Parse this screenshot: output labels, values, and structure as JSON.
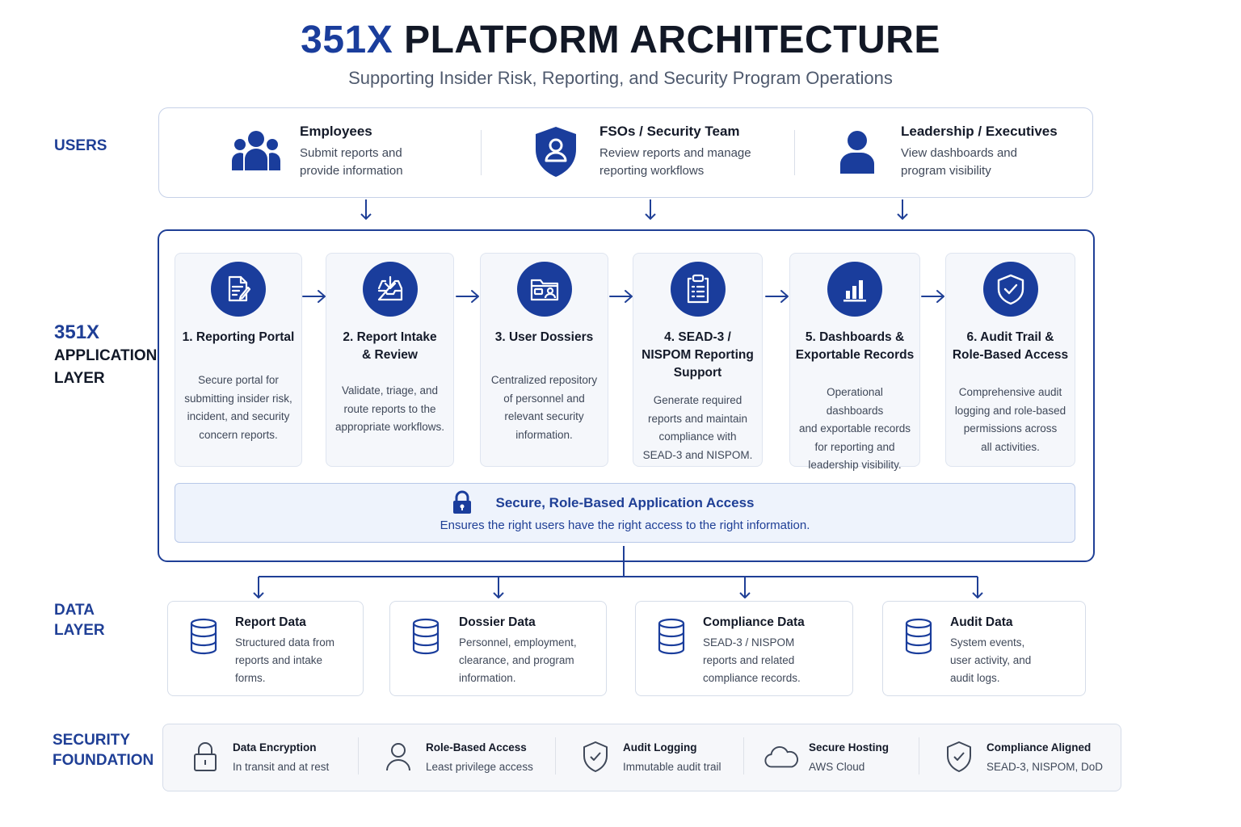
{
  "header": {
    "title_accent": "351X",
    "title_rest": "PLATFORM ARCHITECTURE",
    "subtitle": "Supporting Insider Risk, Reporting, and Security Program Operations"
  },
  "layers": {
    "users": "USERS",
    "app_line1": "351X",
    "app_line2": "APPLICATION",
    "app_line3": "LAYER",
    "data_line1": "DATA",
    "data_line2": "LAYER",
    "security_line1": "SECURITY",
    "security_line2": "FOUNDATION"
  },
  "users": [
    {
      "title": "Employees",
      "line1": "Submit reports and",
      "line2": "provide information",
      "icon": "group-icon"
    },
    {
      "title": "FSOs / Security Team",
      "line1": "Review reports and manage",
      "line2": "reporting workflows",
      "icon": "shield-user-icon"
    },
    {
      "title": "Leadership / Executives",
      "line1": "View dashboards and",
      "line2": "program visibility",
      "icon": "person-icon"
    }
  ],
  "modules": [
    {
      "title_l1": "1. Reporting Portal",
      "title_l2": "",
      "title_l3": "",
      "desc": [
        "Secure portal for",
        "submitting insider risk,",
        "incident, and security",
        "concern reports."
      ],
      "icon": "report-edit-icon"
    },
    {
      "title_l1": "2. Report Intake",
      "title_l2": "& Review",
      "title_l3": "",
      "desc": [
        "Validate, triage, and",
        "route reports to the",
        "appropriate workflows."
      ],
      "icon": "inbox-icon"
    },
    {
      "title_l1": "3. User Dossiers",
      "title_l2": "",
      "title_l3": "",
      "desc": [
        "Centralized repository",
        "of personnel and",
        "relevant security",
        "information."
      ],
      "icon": "folder-user-icon"
    },
    {
      "title_l1": "4. SEAD-3 /",
      "title_l2": "NISPOM Reporting",
      "title_l3": "Support",
      "desc": [
        "Generate required",
        "reports and maintain",
        "compliance with",
        "SEAD-3 and NISPOM."
      ],
      "icon": "clipboard-icon"
    },
    {
      "title_l1": "5. Dashboards &",
      "title_l2": "Exportable Records",
      "title_l3": "",
      "desc": [
        "Operational dashboards",
        "and exportable records",
        "for reporting and",
        "leadership visibility."
      ],
      "icon": "bar-chart-icon"
    },
    {
      "title_l1": "6. Audit Trail &",
      "title_l2": "Role-Based Access",
      "title_l3": "",
      "desc": [
        "Comprehensive audit",
        "logging and role-based",
        "permissions across",
        "all activities."
      ],
      "icon": "shield-check-icon"
    }
  ],
  "access": {
    "title": "Secure, Role-Based Application Access",
    "desc": "Ensures the right users have the right access to the right information.",
    "icon": "lock-icon"
  },
  "data_stores": [
    {
      "title": "Report Data",
      "desc": [
        "Structured data from",
        "reports and intake",
        "forms."
      ],
      "icon": "database-icon"
    },
    {
      "title": "Dossier Data",
      "desc": [
        "Personnel, employment,",
        "clearance, and program",
        "information."
      ],
      "icon": "database-icon"
    },
    {
      "title": "Compliance Data",
      "desc": [
        "SEAD-3 / NISPOM",
        "reports and related",
        "compliance records."
      ],
      "icon": "database-icon"
    },
    {
      "title": "Audit Data",
      "desc": [
        "System events,",
        "user activity, and",
        "audit logs."
      ],
      "icon": "database-icon"
    }
  ],
  "security": [
    {
      "title": "Data Encryption",
      "desc": "In transit and at rest",
      "icon": "padlock-icon"
    },
    {
      "title": "Role-Based Access",
      "desc": "Least privilege access",
      "icon": "user-outline-icon"
    },
    {
      "title": "Audit Logging",
      "desc": "Immutable audit trail",
      "icon": "shield-check-outline-icon"
    },
    {
      "title": "Secure Hosting",
      "desc": "AWS Cloud",
      "icon": "cloud-icon"
    },
    {
      "title": "Compliance Aligned",
      "desc": "SEAD-3, NISPOM, DoD",
      "icon": "shield-check-outline-icon"
    }
  ],
  "colors": {
    "primary": "#1a3d9c",
    "text": "#141a29",
    "muted": "#3f4859"
  }
}
